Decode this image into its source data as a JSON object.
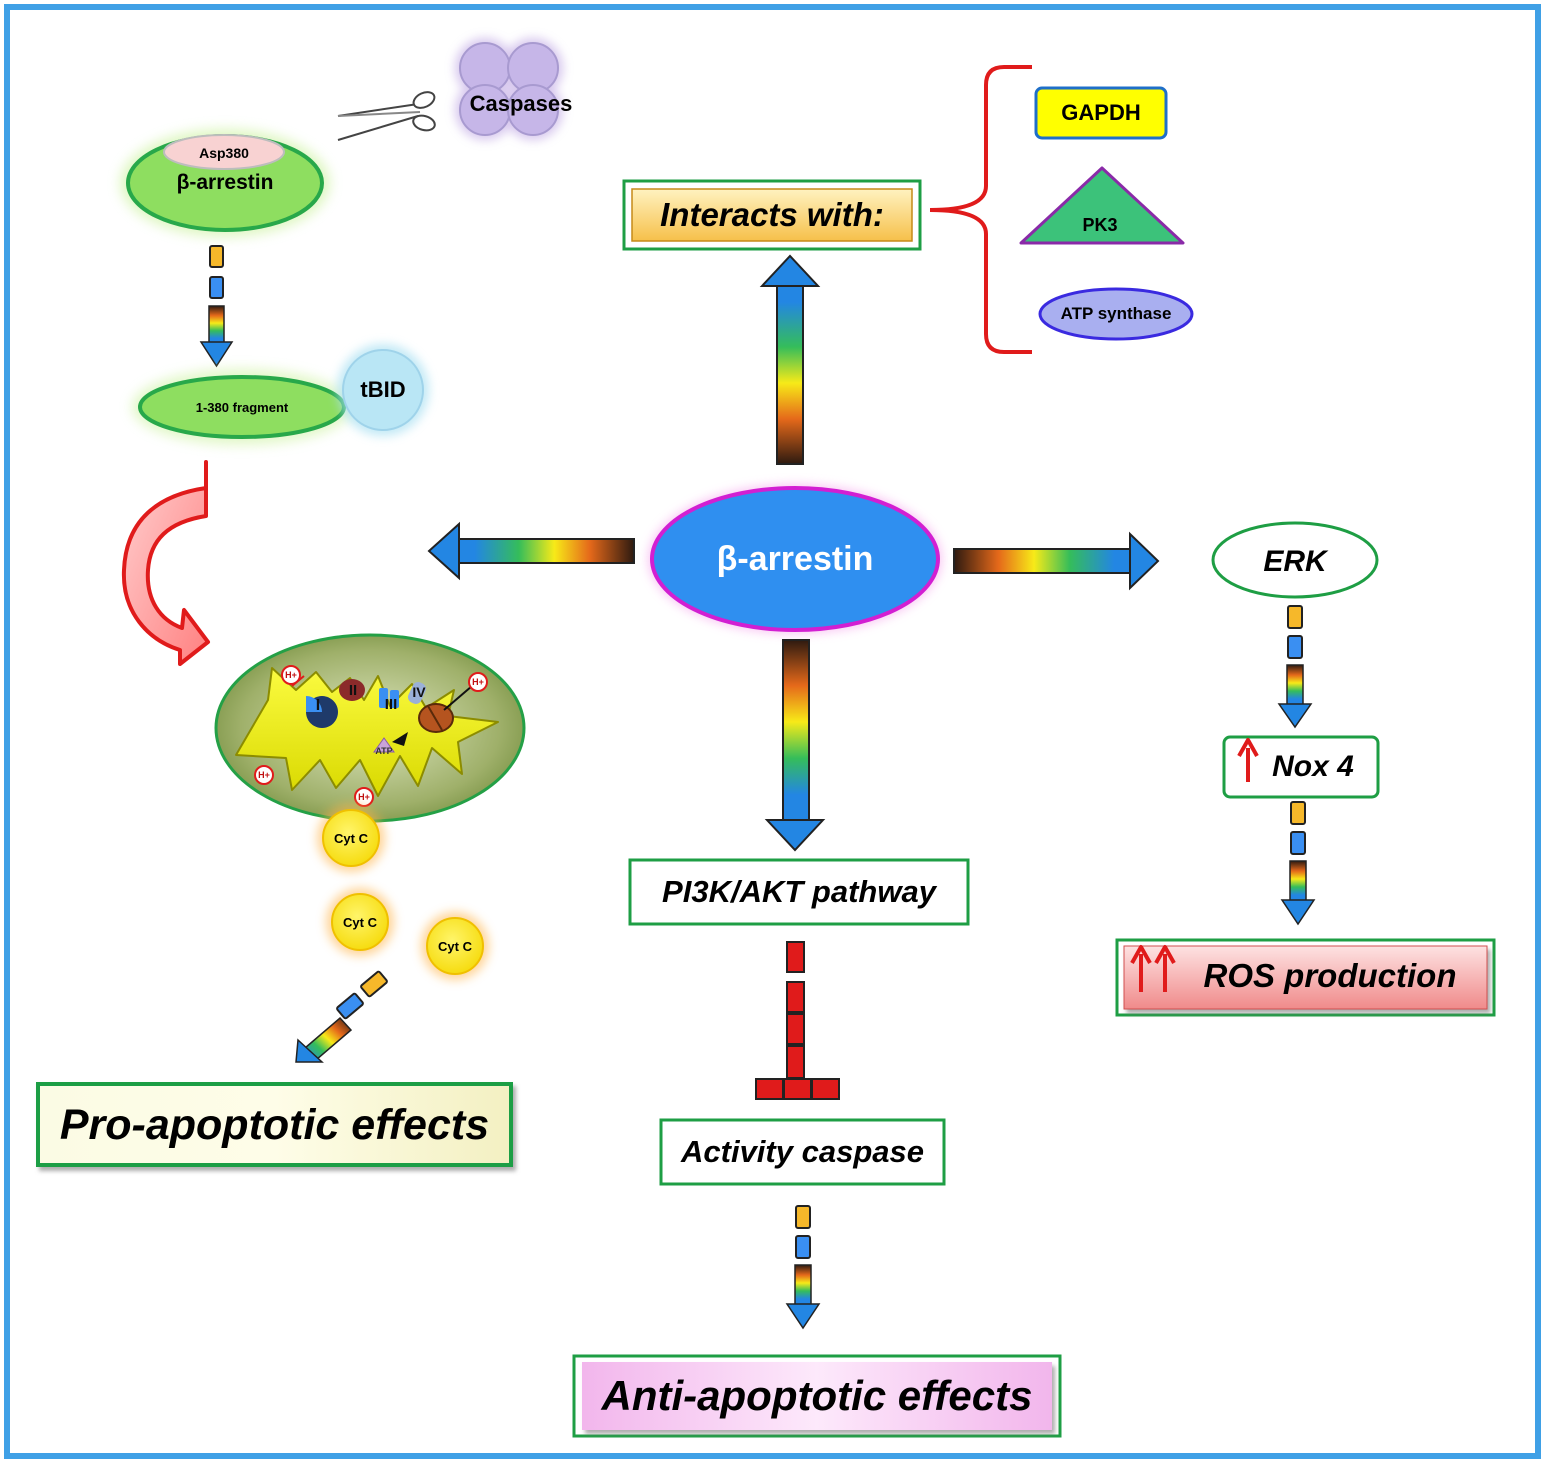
{
  "colors": {
    "frame": "#3fa0e6",
    "box_border": "#1e9e44",
    "inhibit_red": "#e01b1b",
    "hub_fill": "#2f8ff0",
    "hub_border": "#d21fd2"
  },
  "nodes": {
    "caspases": "Caspases",
    "asp380": "Asp380",
    "beta_arrestin_small": "β-arrestin",
    "fragment": "1-380 fragment",
    "tbid": "tBID",
    "hub": "β-arrestin",
    "interacts_with": "Interacts with:",
    "gapdh": "GAPDH",
    "pk3": "PK3",
    "atp_synthase": "ATP synthase",
    "erk": "ERK",
    "nox4": "Nox 4",
    "ros": "ROS production",
    "pi3k": "PI3K/AKT pathway",
    "activity_caspase": "Activity caspase",
    "anti_apoptotic": "Anti-apoptotic effects",
    "pro_apoptotic": "Pro-apoptotic effects",
    "cyt_c_1": "Cyt C",
    "cyt_c_2": "Cyt C",
    "cyt_c_3": "Cyt C",
    "mito_h1": "H+",
    "mito_h2": "H+",
    "mito_h3": "H+",
    "mito_h4": "H+",
    "mito_complex_1": "I",
    "mito_complex_2": "II",
    "mito_complex_3": "III",
    "mito_complex_4": "IV",
    "mito_atp": "ATP"
  },
  "icons": {
    "scissors": "scissors-icon",
    "mitochondrion": "mitochondrion-icon"
  }
}
